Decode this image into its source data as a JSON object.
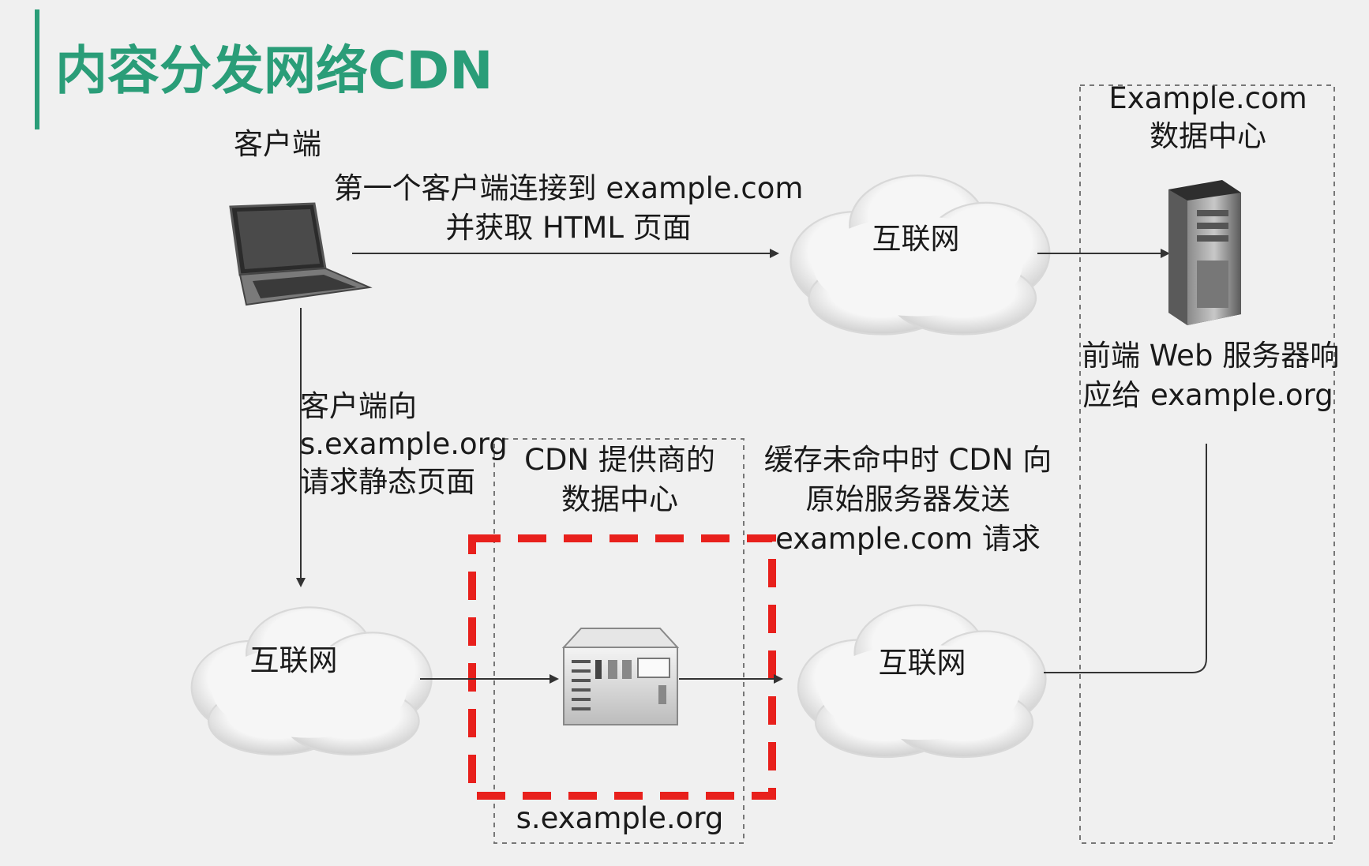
{
  "slide": {
    "title": "内容分发网络CDN"
  },
  "diagram": {
    "client_label": "客户端",
    "top_arrow_label_line1": "第一个客户端连接到 example.com",
    "top_arrow_label_line2": "并获取 HTML 页面",
    "cloud_top_label": "互联网",
    "cloud_bottom_left_label": "互联网",
    "cloud_bottom_right_label": "互联网",
    "origin_dc_label_line1": "Example.com",
    "origin_dc_label_line2": "数据中心",
    "origin_server_label_line1": "前端 Web 服务器响",
    "origin_server_label_line2": "应给 example.org",
    "down_arrow_label_line1": "客户端向",
    "down_arrow_label_line2": "s.example.org",
    "down_arrow_label_line3": "请求静态页面",
    "cdn_dc_label_line1": "CDN 提供商的",
    "cdn_dc_label_line2": "数据中心",
    "cdn_host_label": "s.example.org",
    "cache_miss_label_line1": "缓存未命中时 CDN 向",
    "cache_miss_label_line2": "原始服务器发送",
    "cache_miss_label_line3": "example.com 请求"
  },
  "colors": {
    "accent": "#2a9d78",
    "highlight": "#e8201c",
    "arrow": "#333333"
  }
}
